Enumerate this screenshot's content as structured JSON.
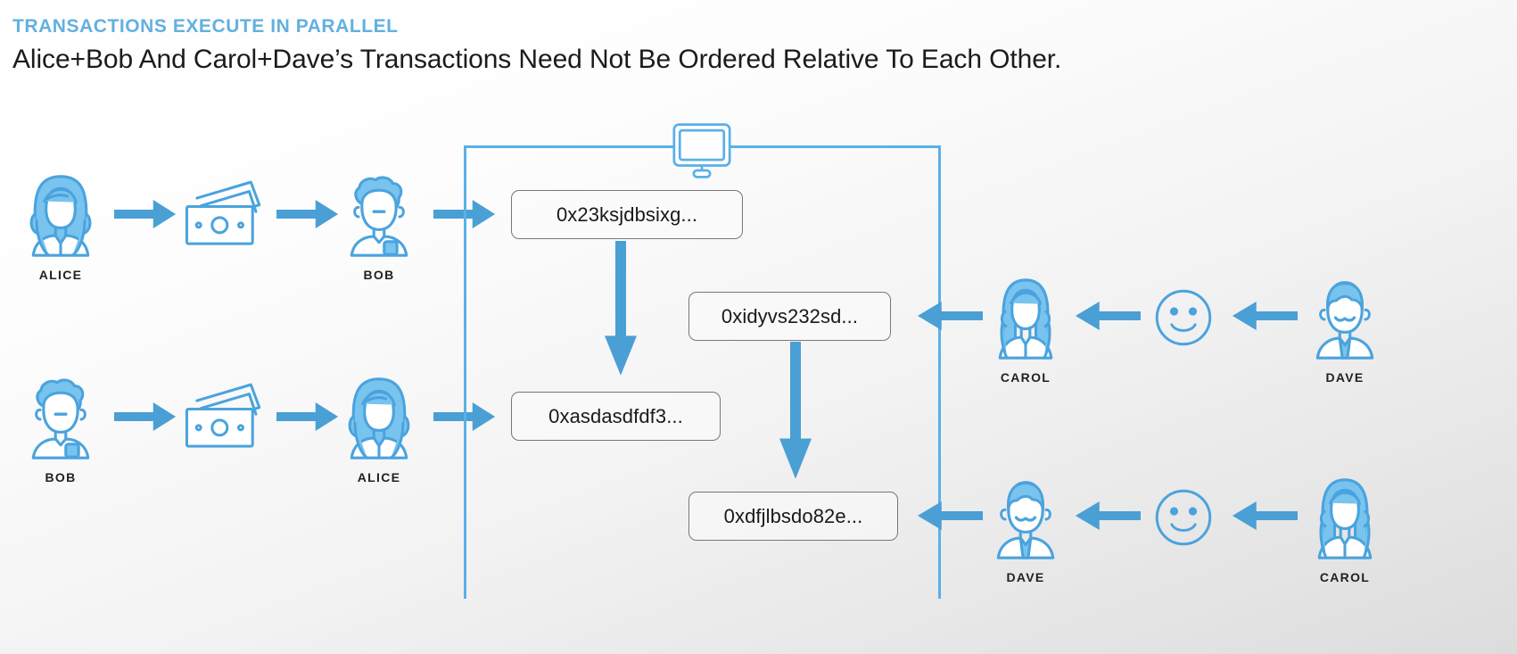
{
  "header": {
    "eyebrow": "TRANSACTIONS EXECUTE IN PARALLEL",
    "subtitle": "Alice+Bob And Carol+Dave’s Transactions Need Not Be Ordered Relative To Each Other."
  },
  "colors": {
    "accent_blue": "#5ab0e8",
    "eyebrow_blue": "#63b0e0",
    "arrow_blue": "#4a9fd5",
    "avatar_fill": "#79c3ef",
    "pill_border": "#77767a",
    "text_dark": "#19191a",
    "background_top": "#ffffff",
    "background_bottom": "#dcdcdc"
  },
  "left_flows": [
    {
      "from": "ALICE",
      "from_avatar": "alice-avatar-icon",
      "asset": "money-icon",
      "to": "BOB",
      "to_avatar": "bob-avatar-icon"
    },
    {
      "from": "BOB",
      "from_avatar": "bob-avatar-icon",
      "asset": "money-icon",
      "to": "ALICE",
      "to_avatar": "alice-avatar-icon"
    }
  ],
  "right_flows": [
    {
      "near": "CAROL",
      "near_avatar": "carol-avatar-icon",
      "asset": "smiley-icon",
      "far": "DAVE",
      "far_avatar": "dave-avatar-icon"
    },
    {
      "near": "DAVE",
      "near_avatar": "dave-avatar-icon",
      "asset": "smiley-icon",
      "far": "CAROL",
      "far_avatar": "carol-avatar-icon"
    }
  ],
  "ledger": {
    "node_icon": "monitor-icon",
    "transactions": [
      {
        "hash": "0x23ksjdbsixg..."
      },
      {
        "hash": "0xidyvs232sd..."
      },
      {
        "hash": "0xasdasdfdf3..."
      },
      {
        "hash": "0xdfjlbsdo82e..."
      }
    ]
  }
}
